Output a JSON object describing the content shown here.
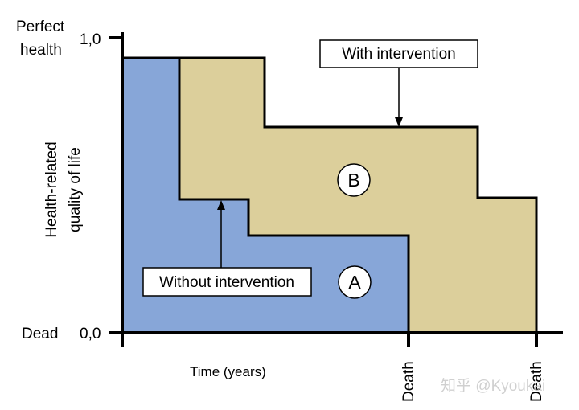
{
  "axis": {
    "top_label_line1": "Perfect",
    "top_label_line2": "health",
    "bottom_label": "Dead",
    "tick_top": "1,0",
    "tick_bottom": "0,0",
    "ylabel_line1": "Health-related",
    "ylabel_line2": "quality of life",
    "xlabel": "Time (years)",
    "death_label_1": "Death",
    "death_label_2": "Death"
  },
  "areas": {
    "a_label": "A",
    "b_label": "B",
    "a_color": "#87a6d8",
    "b_color": "#dccf9b"
  },
  "callouts": {
    "with_intervention": "With intervention",
    "without_intervention": "Without intervention"
  },
  "watermark": "知乎 @Kyoukai"
}
